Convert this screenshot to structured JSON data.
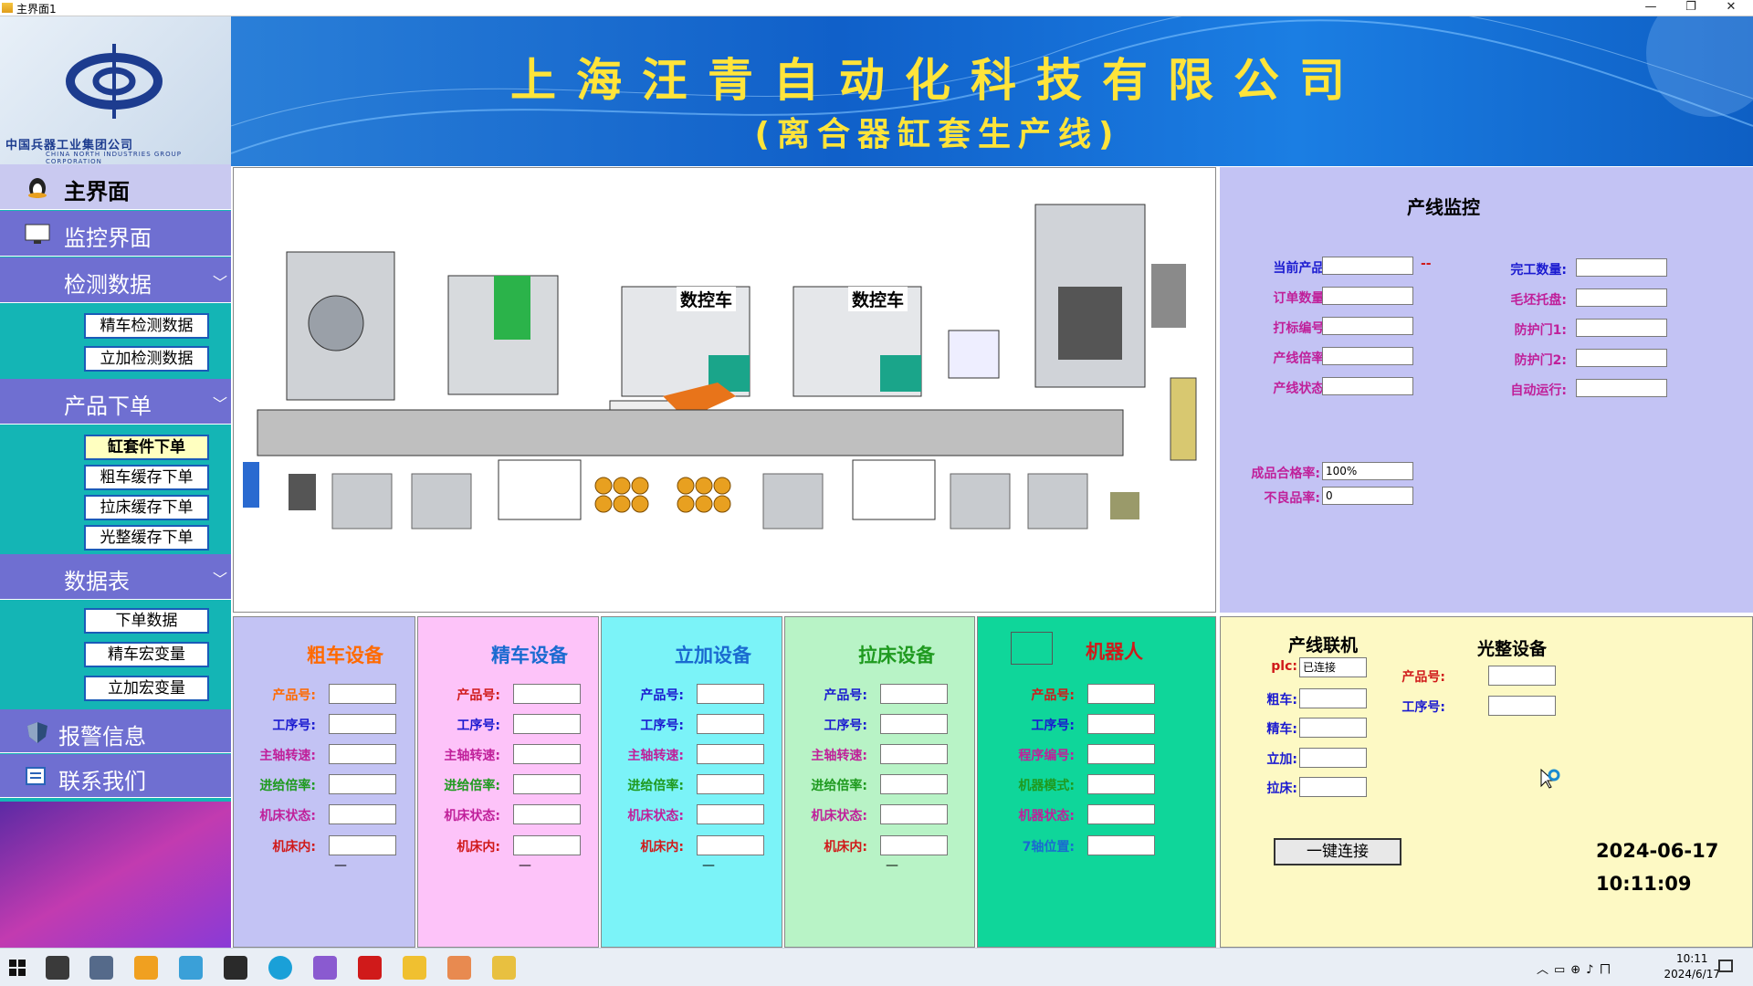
{
  "window": {
    "title": "主界面1",
    "minimize": "—",
    "restore": "❐",
    "close": "✕"
  },
  "logo": {
    "org": "中国兵器工业集团公司",
    "org_en": "CHINA NORTH INDUSTRIES GROUP CORPORATION"
  },
  "nav": {
    "main": "主界面",
    "monitor": "监控界面",
    "detect": "检测数据",
    "detect_sub": [
      "精车检测数据",
      "立加检测数据"
    ],
    "order": "产品下单",
    "order_sub": [
      "缸套件下单",
      "粗车缓存下单",
      "拉床缓存下单",
      "光整缓存下单"
    ],
    "table": "数据表",
    "table_sub": [
      "下单数据",
      "精车宏变量",
      "立加宏变量"
    ],
    "alarm": "报警信息",
    "contact": "联系我们"
  },
  "header": {
    "company": "上海汪青自动化科技有限公司",
    "line": "(离合器缸套生产线)"
  },
  "lineview": {
    "cnc1": "数控车",
    "cnc2": "数控车"
  },
  "monitor": {
    "title": "产线监控",
    "left": [
      {
        "label": "当前产品:",
        "value": "",
        "color": "#1a1ad0"
      },
      {
        "label": "订单数量:",
        "value": "",
        "color": "#c0209a"
      },
      {
        "label": "打标编号:",
        "value": "",
        "color": "#c0209a"
      },
      {
        "label": "产线倍率:",
        "value": "",
        "color": "#c0209a"
      },
      {
        "label": "产线状态:",
        "value": "",
        "color": "#c0209a"
      }
    ],
    "current_mark": "--",
    "right": [
      {
        "label": "完工数量:",
        "value": "",
        "color": "#1a1ad0"
      },
      {
        "label": "毛坯托盘:",
        "value": "",
        "color": "#c0209a"
      },
      {
        "label": "防护门1:",
        "value": "",
        "color": "#c0209a"
      },
      {
        "label": "防护门2:",
        "value": "",
        "color": "#c0209a"
      },
      {
        "label": "自动运行:",
        "value": "",
        "color": "#c0209a"
      }
    ],
    "yield_label": "成品合格率:",
    "yield_value": "100%",
    "defect_label": "不良品率:",
    "defect_value": "0"
  },
  "panels": [
    {
      "title": "粗车设备",
      "title_color": "#ff6a00",
      "bg": "#c3c3f4",
      "labels": [
        "产品号:",
        "工序号:",
        "主轴转速:",
        "进给倍率:",
        "机床状态:",
        "机床内:"
      ],
      "label_colors": [
        "#ff6a00",
        "#1a1ad0",
        "#c0209a",
        "#1f9a1f",
        "#c0209a",
        "#d01a1a"
      ],
      "dash": "—"
    },
    {
      "title": "精车设备",
      "title_color": "#1a6ad0",
      "bg": "#fdc3f9",
      "labels": [
        "产品号:",
        "工序号:",
        "主轴转速:",
        "进给倍率:",
        "机床状态:",
        "机床内:"
      ],
      "label_colors": [
        "#d01a1a",
        "#1a1ad0",
        "#c0209a",
        "#1f9a1f",
        "#c0209a",
        "#d01a1a"
      ],
      "dash": "—"
    },
    {
      "title": "立加设备",
      "title_color": "#1a6ad0",
      "bg": "#7bf3f8",
      "labels": [
        "产品号:",
        "工序号:",
        "主轴转速:",
        "进给倍率:",
        "机床状态:",
        "机床内:"
      ],
      "label_colors": [
        "#1a1ad0",
        "#1a1ad0",
        "#c0209a",
        "#1f9a1f",
        "#c0209a",
        "#d01a1a"
      ],
      "dash": "—"
    },
    {
      "title": "拉床设备",
      "title_color": "#1f9a1f",
      "bg": "#b8f3c6",
      "labels": [
        "产品号:",
        "工序号:",
        "主轴转速:",
        "进给倍率:",
        "机床状态:",
        "机床内:"
      ],
      "label_colors": [
        "#1a1ad0",
        "#1a1ad0",
        "#c0209a",
        "#1f9a1f",
        "#c0209a",
        "#d01a1a"
      ],
      "dash": "—"
    },
    {
      "title": "机器人",
      "title_color": "#d01a1a",
      "bg": "#0fd69a",
      "labels": [
        "产品号:",
        "工序号:",
        "程序编号:",
        "机器模式:",
        "机器状态:",
        "7轴位置:"
      ],
      "label_colors": [
        "#d01a1a",
        "#1a1ad0",
        "#c0209a",
        "#1f9a1f",
        "#c0209a",
        "#1a6ad0"
      ],
      "dash": ""
    }
  ],
  "link": {
    "title": "产线联机",
    "plc_label": "plc:",
    "plc_value": "已连接",
    "rows": [
      "粗车:",
      "精车:",
      "立加:",
      "拉床:"
    ],
    "button": "一键连接"
  },
  "polish": {
    "title": "光整设备",
    "labels": [
      "产品号:",
      "工序号:"
    ]
  },
  "datetime": {
    "date": "2024-06-17",
    "time": "10:11:09"
  },
  "taskbar": {
    "time": "10:11",
    "date": "2024/6/17"
  }
}
